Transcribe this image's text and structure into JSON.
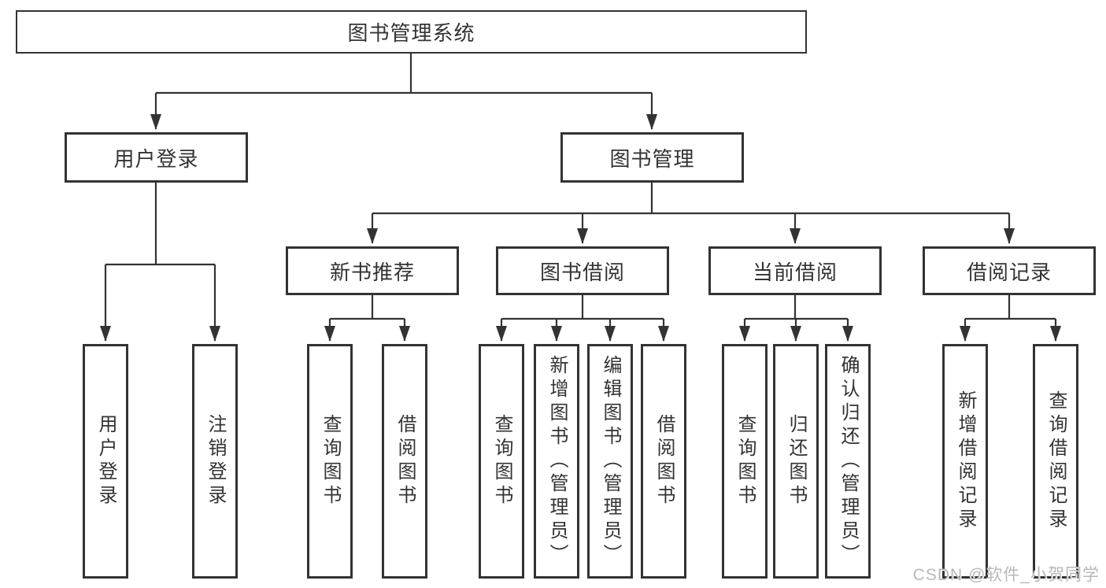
{
  "colors": {
    "line": "#333333",
    "box_border": "#333333",
    "box_fill": "#ffffff",
    "text": "#333333",
    "watermark_text": "#b8b8b8"
  },
  "tree": {
    "root": {
      "label": "图书管理系统"
    },
    "branches": [
      {
        "label": "用户登录",
        "children": [
          {
            "label": "用户登录"
          },
          {
            "label": "注销登录"
          }
        ]
      },
      {
        "label": "图书管理",
        "children": [
          {
            "label": "新书推荐",
            "children": [
              {
                "label": "查询图书"
              },
              {
                "label": "借阅图书"
              }
            ]
          },
          {
            "label": "图书借阅",
            "children": [
              {
                "label": "查询图书"
              },
              {
                "label": "新增图书（管理员）"
              },
              {
                "label": "编辑图书（管理员）"
              },
              {
                "label": "借阅图书"
              }
            ]
          },
          {
            "label": "当前借阅",
            "children": [
              {
                "label": "查询图书"
              },
              {
                "label": "归还图书"
              },
              {
                "label": "确认归还（管理员）"
              }
            ]
          },
          {
            "label": "借阅记录",
            "children": [
              {
                "label": "新增借阅记录"
              },
              {
                "label": "查询借阅记录"
              }
            ]
          }
        ]
      }
    ]
  },
  "watermark": {
    "text": "CSDN @软件_小贺同学"
  }
}
